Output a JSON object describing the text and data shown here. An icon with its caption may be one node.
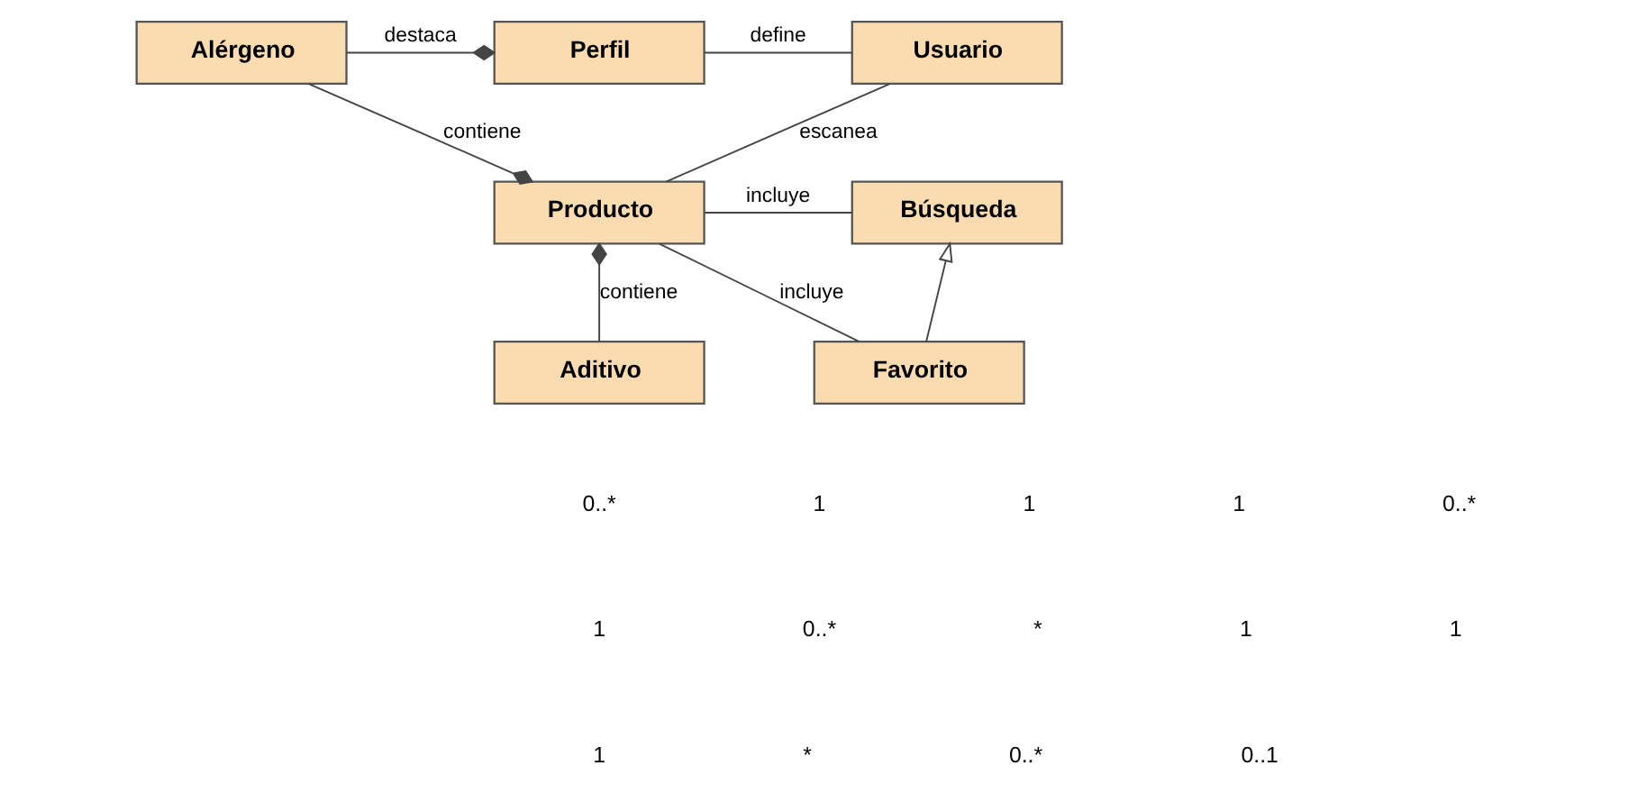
{
  "diagram": {
    "nodes": [
      {
        "text": [
          "Alérgeno"
        ]
      },
      {
        "text": [
          "Perfil"
        ]
      },
      {
        "text": [
          "Usuario"
        ]
      },
      {
        "text": [
          "Producto"
        ]
      },
      {
        "text": [
          "Búsqueda"
        ]
      },
      {
        "text": [
          "Aditivo"
        ]
      },
      {
        "text": [
          "Favorito"
        ]
      }
    ],
    "edges": [
      {
        "from": 0,
        "to": 1,
        "arrow": "other",
        "label": "destaca"
      },
      {
        "from": 1,
        "to": 2,
        "arrow": "none",
        "label": "define"
      },
      {
        "from": 2,
        "to": 3,
        "arrow": "none",
        "label": "escanea"
      },
      {
        "from": 0,
        "to": 3,
        "arrow": "other",
        "label": "contiene"
      },
      {
        "from": 3,
        "to": 4,
        "arrow": "none",
        "label": "incluye"
      },
      {
        "from": 5,
        "to": 3,
        "arrow": "other",
        "label": "contiene"
      },
      {
        "from": 3,
        "to": 6,
        "arrow": "none",
        "label": "incluye"
      },
      {
        "from": 6,
        "to": 4,
        "arrow": "to"
      }
    ],
    "labels": [
      "0..*",
      "1",
      "1",
      "1",
      "0..*",
      "1",
      "0..*",
      "*",
      "1",
      "1",
      "1",
      "*",
      "0..*",
      "0..1"
    ]
  }
}
